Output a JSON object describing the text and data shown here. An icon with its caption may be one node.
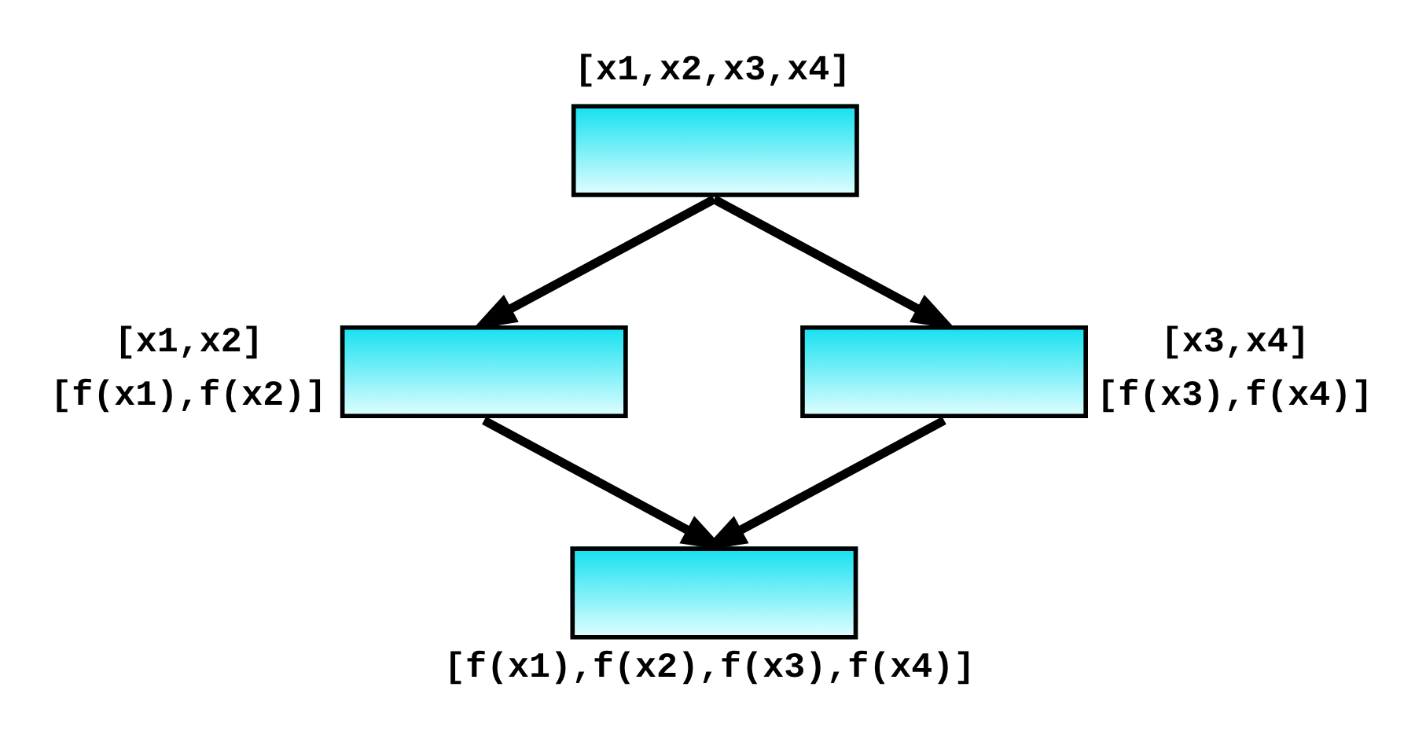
{
  "diagram": {
    "nodes": [
      {
        "text": [],
        "shape": "box",
        "beside": [
          "[x1,x2,x3,x4]"
        ]
      },
      {
        "text": [],
        "shape": "box",
        "beside": [
          "[x1,x2]",
          "[f(x1),f(x2)]"
        ]
      },
      {
        "text": [],
        "shape": "box",
        "beside": [
          "[x3,x4]",
          "[f(x3),f(x4)]"
        ]
      },
      {
        "text": [],
        "shape": "box",
        "beside": [
          "[f(x1),f(x2),f(x3),f(x4)]"
        ]
      }
    ],
    "edges": [
      {
        "from": 0,
        "to": 1,
        "arrow": "to"
      },
      {
        "from": 0,
        "to": 2,
        "arrow": "to"
      },
      {
        "from": 1,
        "to": 3,
        "arrow": "to"
      },
      {
        "from": 2,
        "to": 3,
        "arrow": "to"
      }
    ]
  }
}
